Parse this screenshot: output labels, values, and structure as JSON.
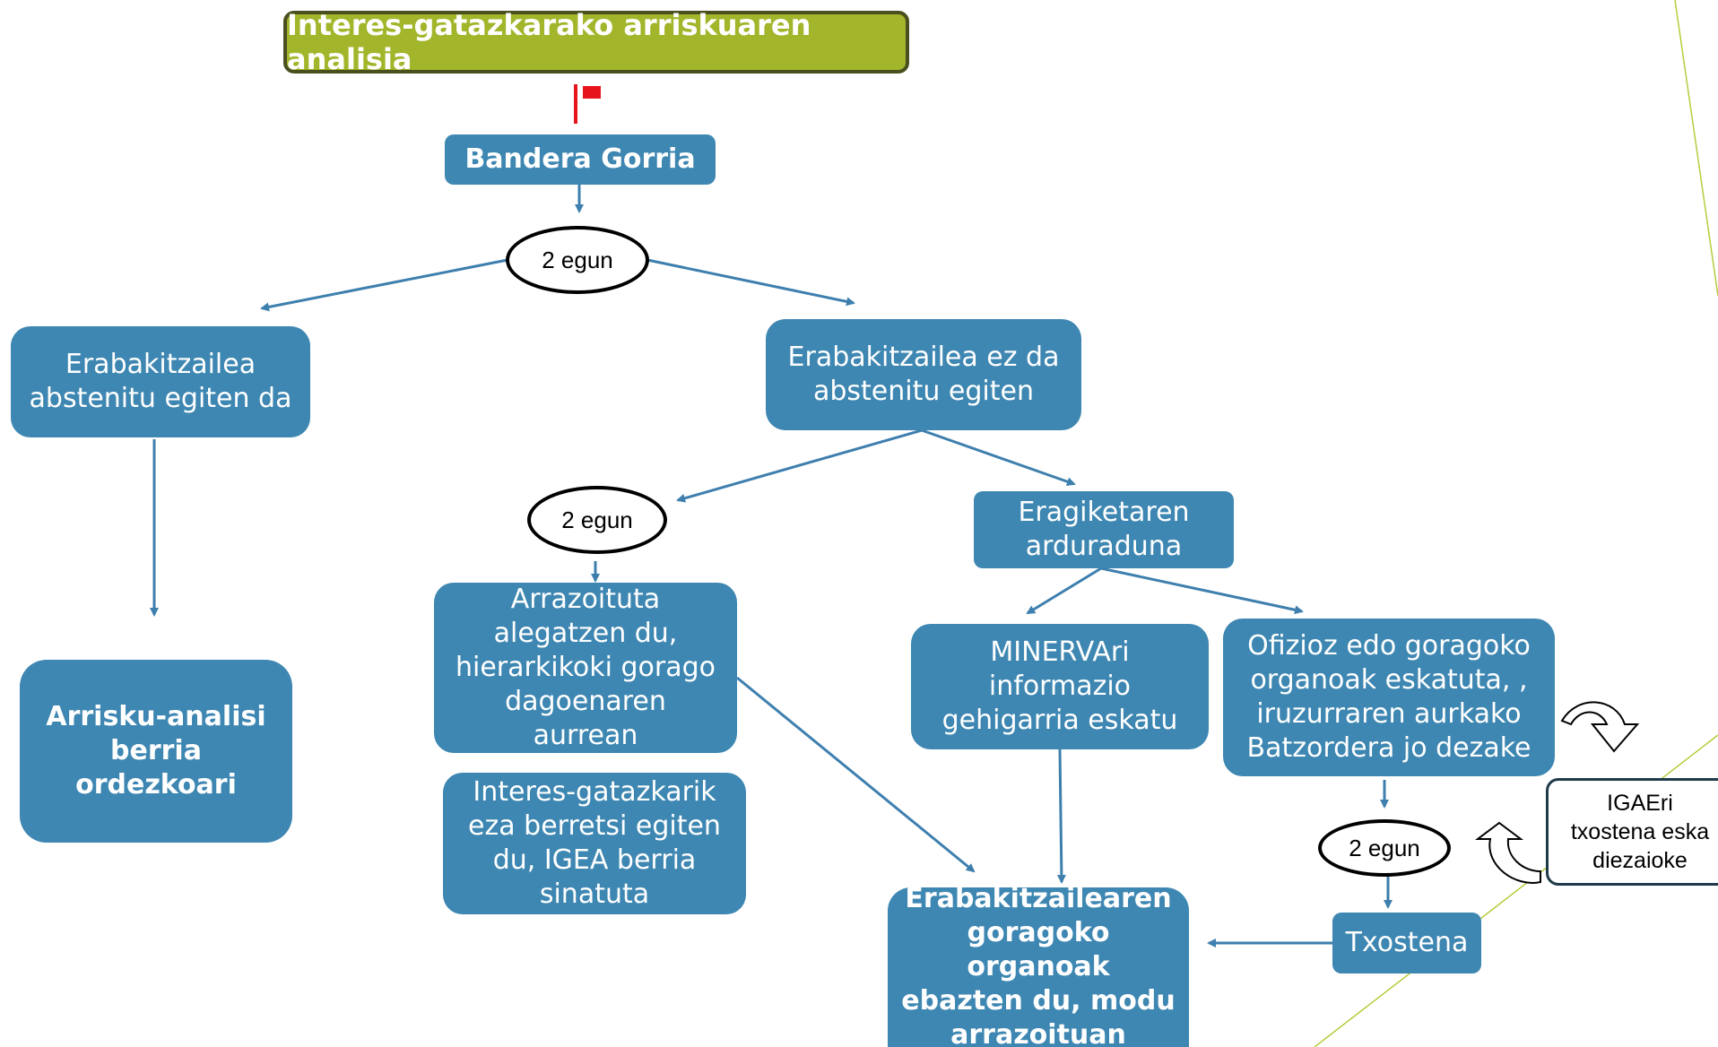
{
  "title": "Interes-gatazkarako arriskuaren analisia",
  "colors": {
    "box": "#3e87b2",
    "title_bg": "#a3b52a",
    "arrow": "#3e7fae",
    "flag": "#e8141b"
  },
  "icons": {
    "flag": "red-flag-icon",
    "curved_arrow_down": "curved-arrow-down-icon",
    "curved_arrow_up": "curved-arrow-up-icon"
  },
  "nodes": {
    "bandera": "Bandera Gorria",
    "abstenitu": "Erabakitzailea\nabstenitu egiten da",
    "ez_abstenitu": "Erabakitzailea ez da\nabstenitu egiten",
    "arrisku": "Arrisku-analisi\nberria\nordezkoari",
    "arrazoituta": "Arrazoituta\nalegatzen du,\nhierarkikoki gorago\ndagoenaren\naurrean",
    "interes": "Interes-gatazkarik\neza berretsi egiten\ndu, IGEA berria\nsinatuta",
    "eragiketa": "Eragiketaren\narduraduna",
    "minerva": "MINERVAri\ninformazio\ngehigarria eskatu",
    "ofizioz": "Ofizioz edo goragoko\norganoak eskatuta, ,\niruzurraren aurkako\nBatzordera jo dezake",
    "erabakitzaile_goragoko": "Erabakitzailearen\ngoragoko organoak\nebazten du, modu\narrazoituan",
    "txostena": "Txostena"
  },
  "ovals": {
    "oval1": "2 egun",
    "oval2": "2 egun",
    "oval3": "2 egun"
  },
  "note": "IGAEri\ntxostena eska\ndiezaioke"
}
